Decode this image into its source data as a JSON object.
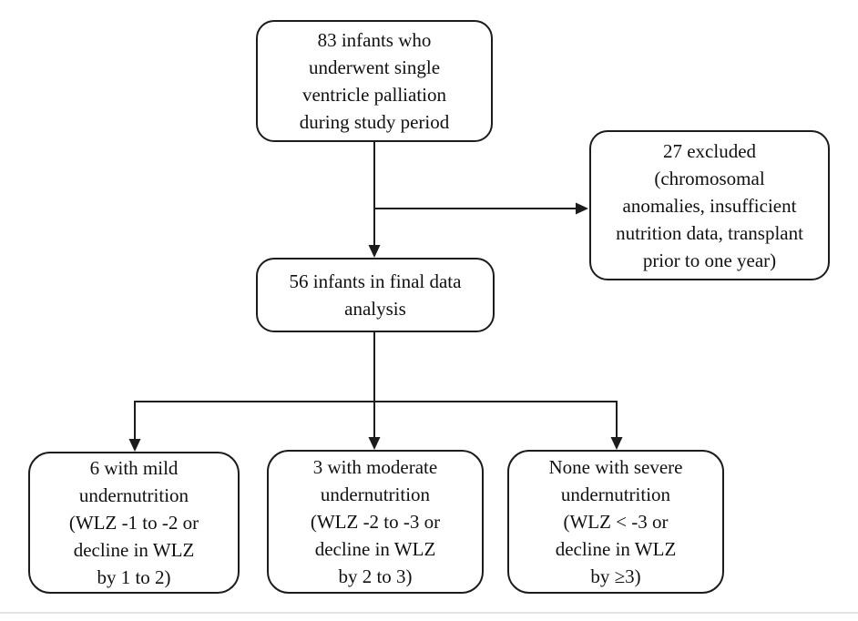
{
  "figure": {
    "background_color": "#ffffff",
    "line_color": "#1c1c1c",
    "bottom_rule_color": "#e3e3e3",
    "boxes": {
      "initial_cohort": {
        "text": "83 infants who\nunderwent single\nventricle palliation\nduring study period"
      },
      "excluded": {
        "text": "27 excluded\n(chromosomal\nanomalies, insufficient\nnutrition data, transplant\nprior to one year)"
      },
      "final_analysis": {
        "text": "56 infants in final data\nanalysis"
      },
      "mild_undernutrition": {
        "text": "6 with mild\nundernutrition\n(WLZ -1 to -2 or\ndecline in WLZ\nby 1 to 2)"
      },
      "moderate_undernutrition": {
        "text": "3 with moderate\nundernutrition\n(WLZ -2 to -3 or\ndecline in WLZ\nby 2 to 3)"
      },
      "severe_undernutrition": {
        "text": "None with severe\nundernutrition\n(WLZ < -3 or\ndecline in WLZ\nby ≥3)"
      }
    }
  }
}
